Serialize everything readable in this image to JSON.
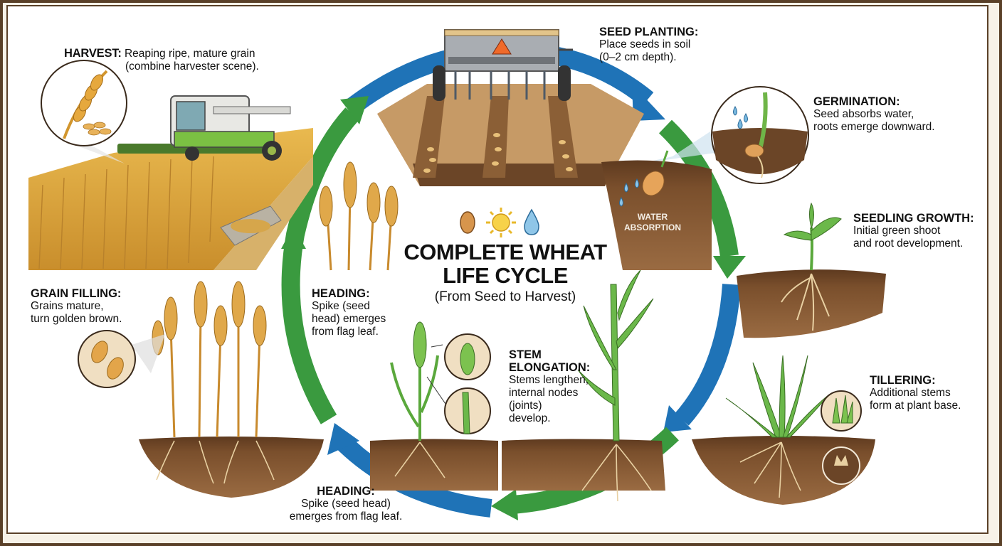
{
  "title": {
    "line1": "COMPLETE WHEAT",
    "line2": "LIFE CYCLE",
    "subtitle": "(From Seed to Harvest)",
    "icons": [
      "seed-icon",
      "sun-icon",
      "water-drop-icon"
    ]
  },
  "stages": {
    "harvest": {
      "title": "HARVEST:",
      "text1": "Reaping ripe, mature grain",
      "text2": "(combine harvester scene)."
    },
    "seed_planting": {
      "title": "SEED PLANTING:",
      "text1": "Place seeds in soil",
      "text2": "(0–2 cm depth)."
    },
    "germination": {
      "title": "GERMINATION:",
      "text1": "Seed absorbs water,",
      "text2": "roots emerge downward."
    },
    "seedling_growth": {
      "title": "SEEDLING GROWTH:",
      "text1": "Initial green shoot",
      "text2": "and root development."
    },
    "tillering": {
      "title": "TILLERING:",
      "text1": "Additional stems",
      "text2": "form at plant base."
    },
    "stem_elongation": {
      "title1": "STEM",
      "title2": "ELONGATION:",
      "text1": "Stems lengthen,",
      "text2": "internal nodes",
      "text3": "(joints)",
      "text4": "develop."
    },
    "heading_bottom": {
      "title": "HEADING:",
      "text1": "Spike (seed head)",
      "text2": "emerges from flag leaf."
    },
    "heading_inner": {
      "title": "HEADING:",
      "text1": "Spike (seed",
      "text2": "head) emerges",
      "text3": "from flag leaf."
    },
    "grain_filling": {
      "title": "GRAIN FILLING:",
      "text1": "Grains mature,",
      "text2": "turn golden brown."
    }
  },
  "annotations": {
    "water_absorption_1": "WATER",
    "water_absorption_2": "ABSORPTION"
  },
  "colors": {
    "arrow_blue": "#1f73b7",
    "arrow_green": "#3a9a3f",
    "soil_dark": "#6b4527",
    "soil_light": "#b88a5a",
    "wheat_gold": "#d9a441",
    "leaf_green": "#5aa83c",
    "frame_brown": "#5a4028"
  }
}
